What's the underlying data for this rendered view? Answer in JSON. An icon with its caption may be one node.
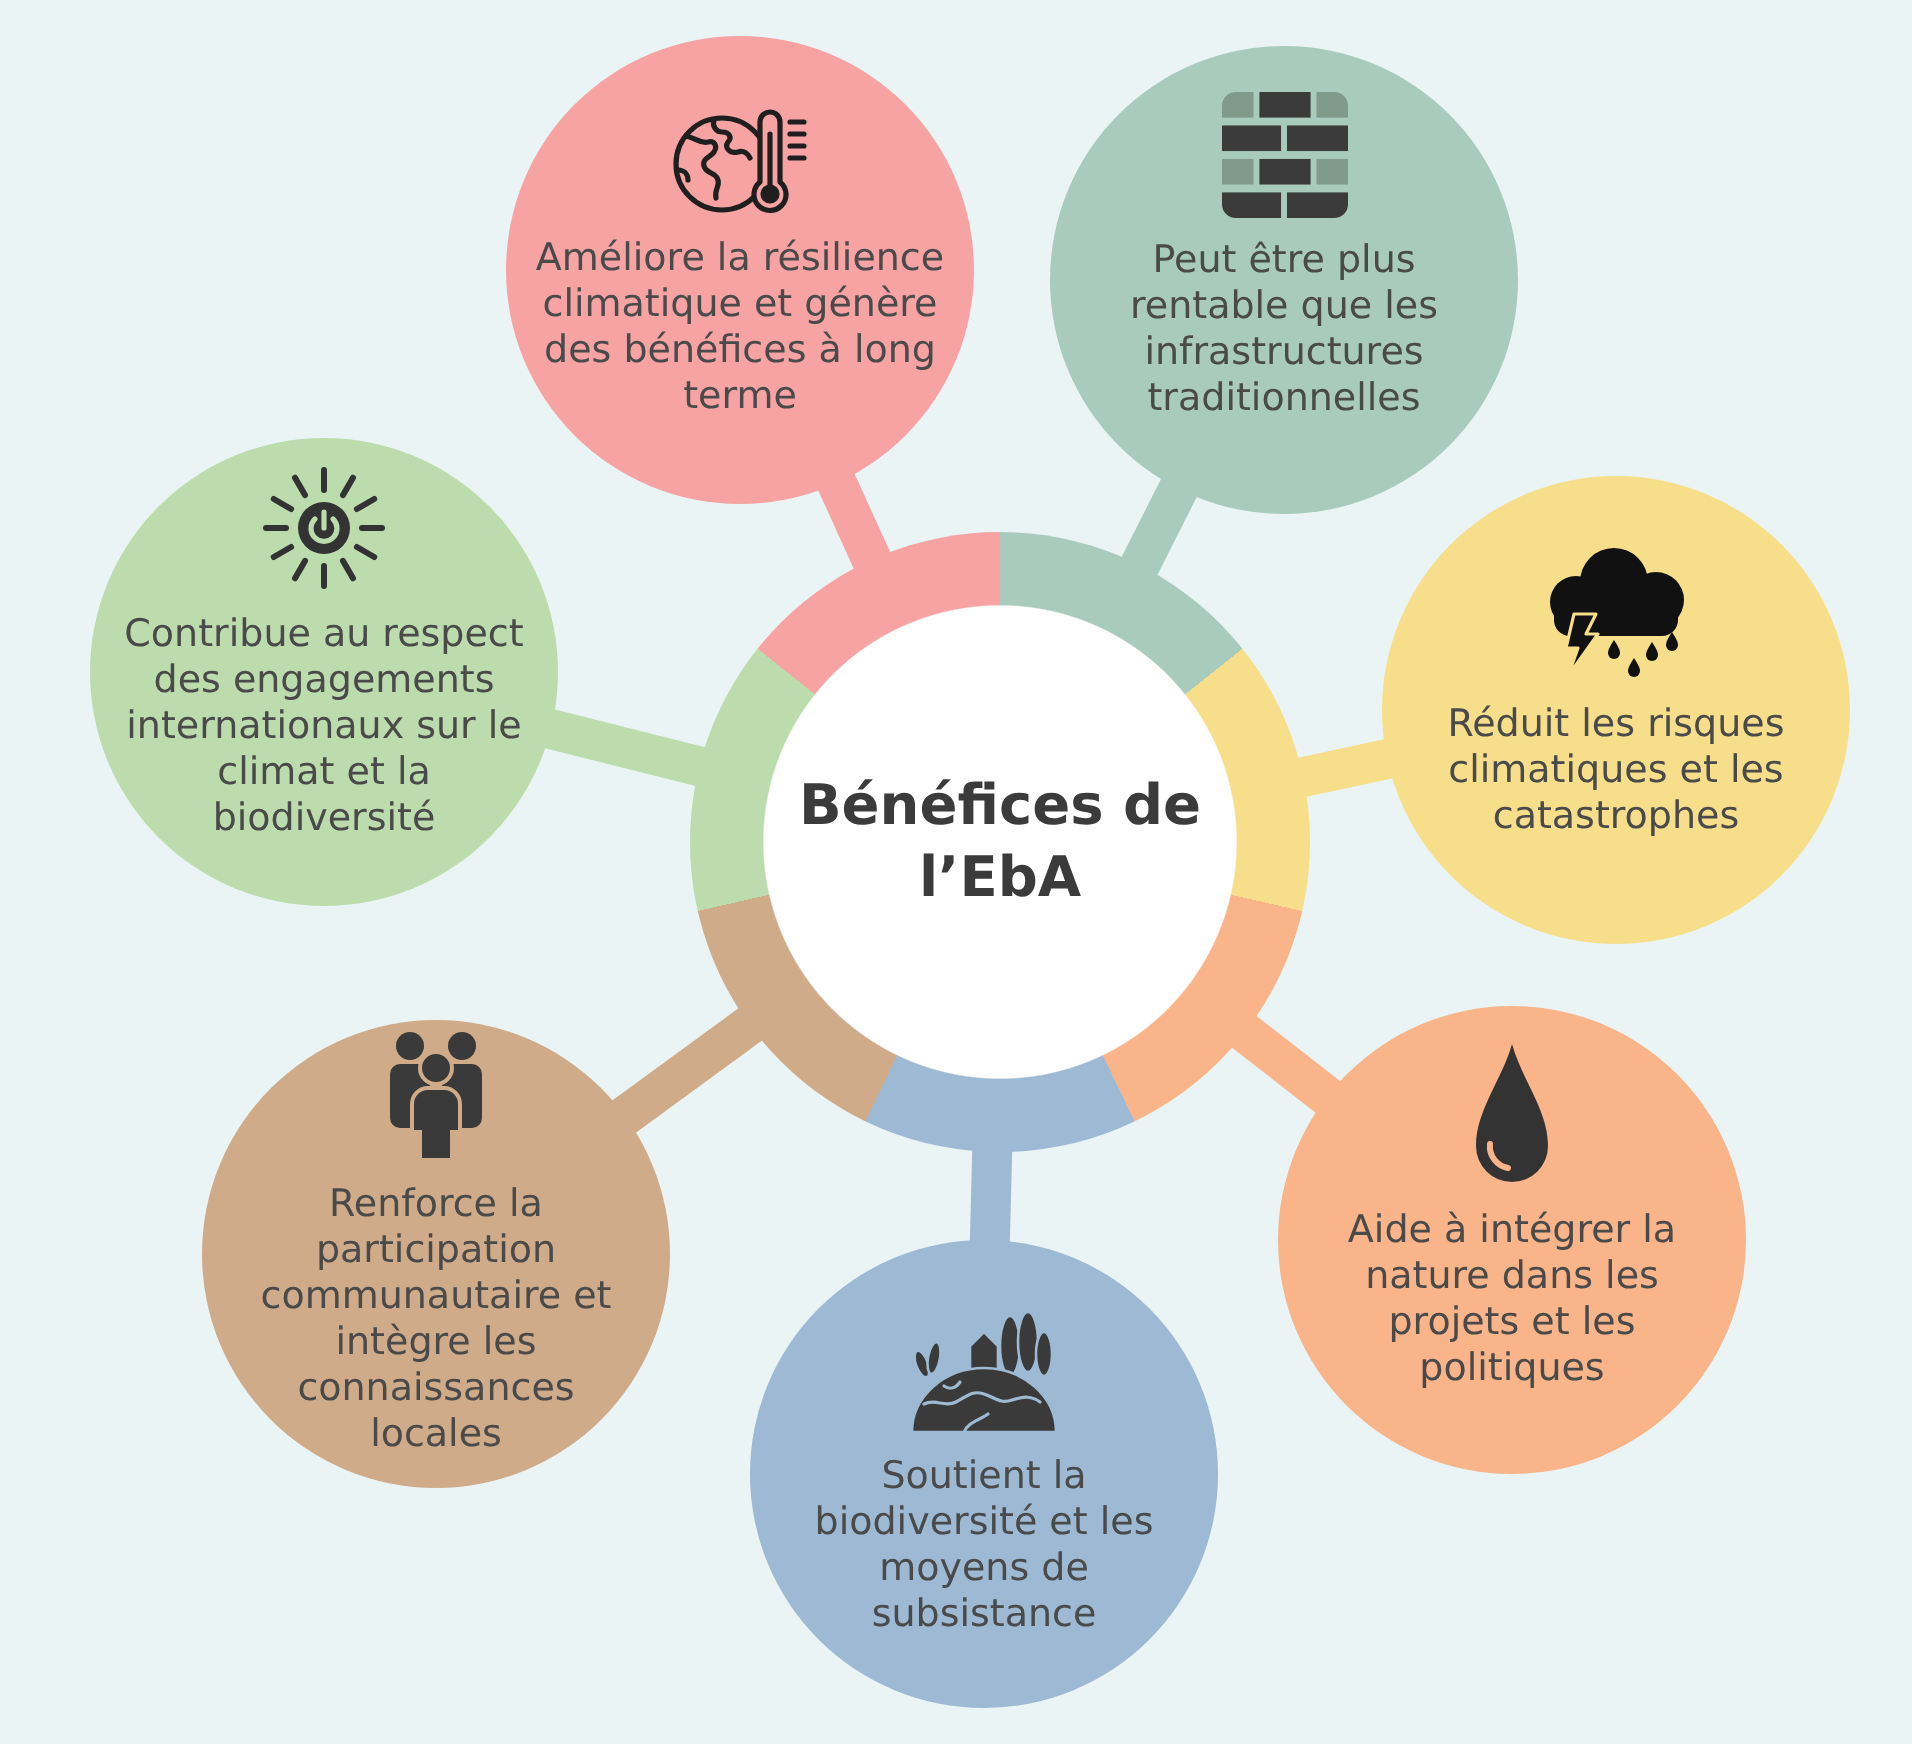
{
  "diagram": {
    "nodes": [
      {
        "text": [
          "Bénéfices de l’EbA"
        ]
      },
      {
        "text": [
          "Améliore la résilience climatique et génère des bénéfices à long terme"
        ]
      },
      {
        "text": [
          "Peut être plus rentable que les infrastructures traditionnelles"
        ]
      },
      {
        "text": [
          "Réduit les risques climatiques et les catastrophes"
        ]
      },
      {
        "text": [
          "Aide à intégrer la nature dans les projets et les politiques"
        ]
      },
      {
        "text": [
          "Soutient la biodiversité et les moyens de subsistance"
        ]
      },
      {
        "text": [
          "Renforce la participation communautaire et intègre les connaissances locales"
        ]
      },
      {
        "text": [
          "Contribue au respect des engagements internationaux sur le climat et la biodiversité"
        ]
      }
    ],
    "edges": [
      {
        "from": 0,
        "to": 1,
        "arrow": "none",
        "color": "#f7a3a3"
      },
      {
        "from": 0,
        "to": 2,
        "arrow": "none",
        "color": "#a9cbbd"
      },
      {
        "from": 0,
        "to": 3,
        "arrow": "none",
        "color": "#f7de8b"
      },
      {
        "from": 0,
        "to": 4,
        "arrow": "none",
        "color": "#f9b489"
      },
      {
        "from": 0,
        "to": 5,
        "arrow": "none",
        "color": "#9db9d3"
      },
      {
        "from": 0,
        "to": 6,
        "arrow": "none",
        "color": "#cfab89"
      },
      {
        "from": 0,
        "to": 7,
        "arrow": "none",
        "color": "#bcdcae"
      }
    ]
  }
}
